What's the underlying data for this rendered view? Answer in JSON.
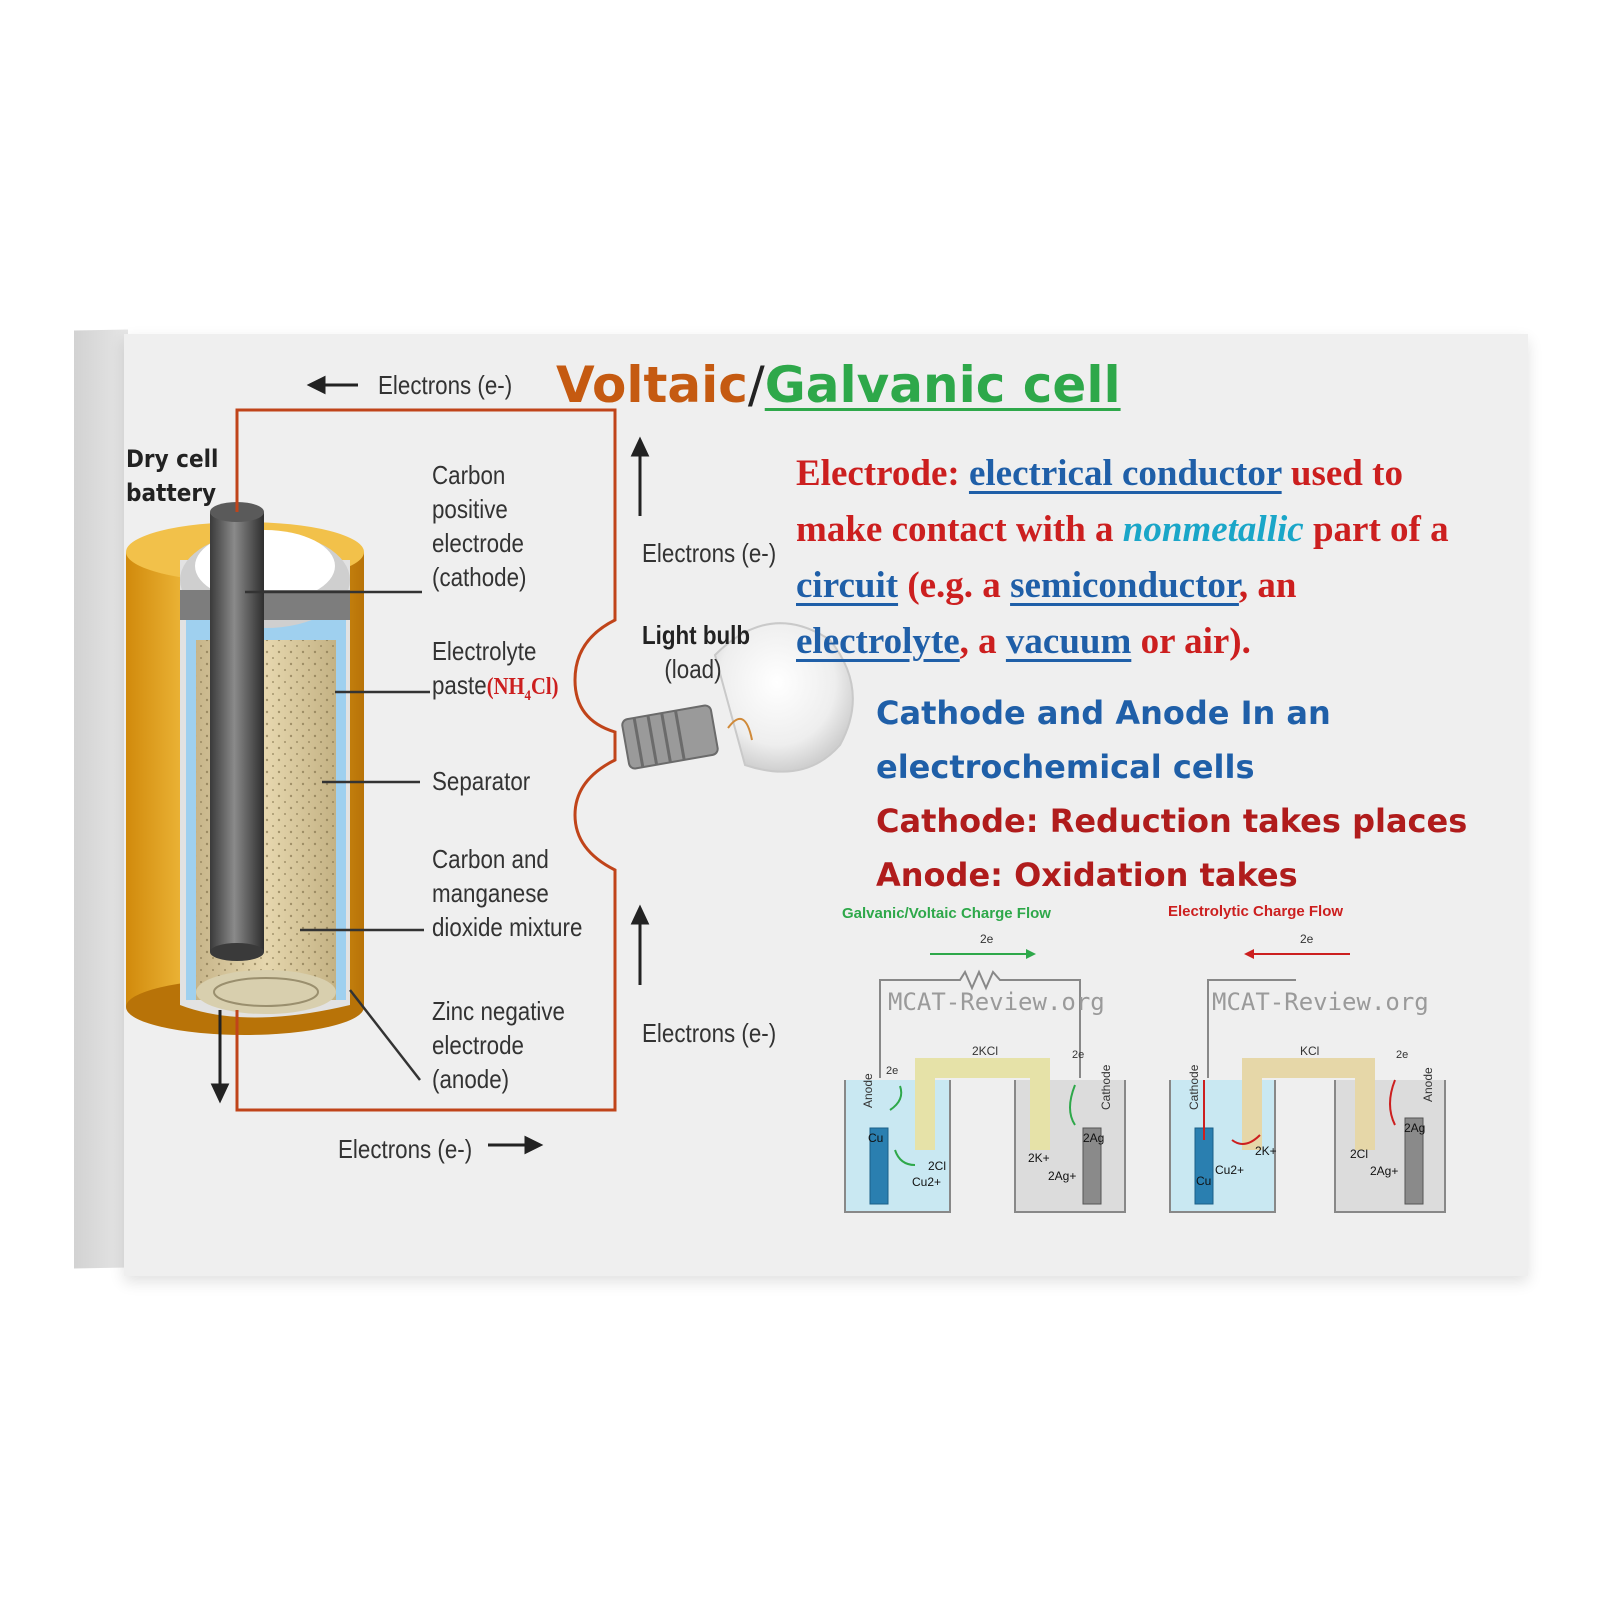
{
  "title": {
    "part1": "Voltaic",
    "slash": "/",
    "part2": "Galvanic cell",
    "color1": "#c55a11",
    "color2": "#2ea84a"
  },
  "battery": {
    "name_line1": "Dry cell",
    "name_line2": "battery",
    "electrons_top": "Electrons (e-)",
    "electrons_right_upper": "Electrons (e-)",
    "electrons_right_lower": "Electrons (e-)",
    "electrons_bottom": "Electrons (e-)",
    "bulb_line1": "Light bulb",
    "bulb_line2": "(load)",
    "parts": [
      {
        "lines": [
          "Carbon",
          "positive",
          "electrode",
          "(cathode)"
        ]
      },
      {
        "lines": [
          "Electrolyte",
          "paste"
        ],
        "formula_pre": "(NH",
        "formula_sub": "4",
        "formula_post": "Cl)"
      },
      {
        "lines": [
          "Separator"
        ]
      },
      {
        "lines": [
          "Carbon and",
          "manganese",
          "dioxide mixture"
        ]
      },
      {
        "lines": [
          "Zinc negative",
          "electrode",
          "(anode)"
        ]
      }
    ]
  },
  "definition": {
    "term": "Electrode:",
    "phrase1": "electrical conductor",
    "text1": "used to",
    "text2": "make contact with a",
    "phrase2": "nonmetallic",
    "text3": "part of a",
    "phrase3": "circuit",
    "text4": "(e.g. a",
    "phrase4": "semiconductor",
    "text5": ", an",
    "phrase5": "electrolyte",
    "text6": ", a",
    "phrase6": "vacuum",
    "text7": "or air).",
    "red": "#cc1f1f",
    "blue": "#1f5fa8",
    "cyan": "#1aa6c8"
  },
  "notes": {
    "line1": "Cathode and Anode In an",
    "line2": "electrochemical cells",
    "line3": "Cathode: Reduction takes places",
    "line4": "Anode: Oxidation takes"
  },
  "mini_diagrams": {
    "galvanic": {
      "title": "Galvanic/Voltaic Charge Flow",
      "watermark": "MCAT-Review.org",
      "electrons": "2e",
      "bridge": "2KCl",
      "left_electrode": "Anode",
      "right_electrode": "Cathode",
      "left_metal": "Cu",
      "right_metal": "2Ag",
      "left_e": "2e",
      "right_e": "2e",
      "ion_cl": "2Cl",
      "ion_cu": "Cu2+",
      "ion_k": "2K+",
      "ion_ag": "2Ag+"
    },
    "electrolytic": {
      "title": "Electrolytic Charge Flow",
      "watermark": "MCAT-Review.org",
      "electrons": "2e",
      "bridge": "KCl",
      "left_electrode": "Cathode",
      "right_electrode": "Anode",
      "left_metal": "Cu",
      "right_metal": "2Ag",
      "right_e": "2e",
      "ion_cu": "Cu2+",
      "ion_k": "2K+",
      "ion_cl": "2Cl",
      "ion_ag": "2Ag+"
    }
  }
}
